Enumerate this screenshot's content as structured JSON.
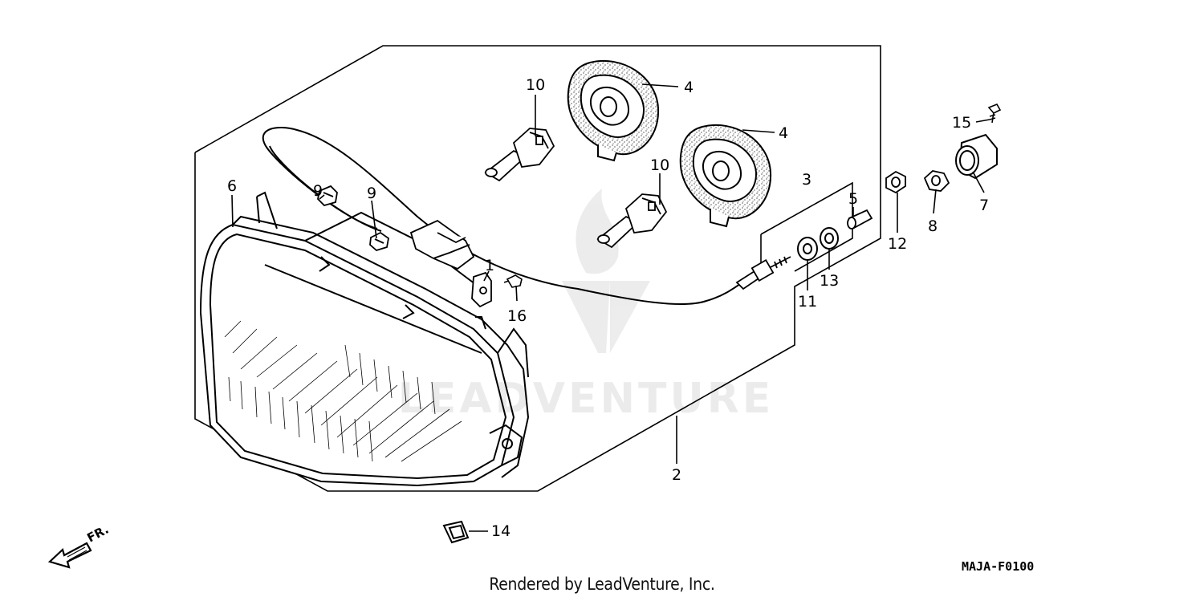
{
  "callouts": {
    "c1": "1",
    "c2": "2",
    "c3": "3",
    "c4a": "4",
    "c4b": "4",
    "c5": "5",
    "c6": "6",
    "c7": "7",
    "c8": "8",
    "c9a": "9",
    "c9b": "9",
    "c10a": "10",
    "c10b": "10",
    "c11": "11",
    "c12": "12",
    "c13": "13",
    "c14": "14",
    "c15": "15",
    "c16": "16"
  },
  "direction_label": "FR.",
  "diagram_code": "MAJA-F0100",
  "footer_text": "Rendered by LeadVenture, Inc.",
  "watermark": {
    "text": "LEADVENTURE",
    "color": "#000000"
  },
  "icons": [
    "front-direction-arrow-icon",
    "leadventure-logo-watermark"
  ]
}
